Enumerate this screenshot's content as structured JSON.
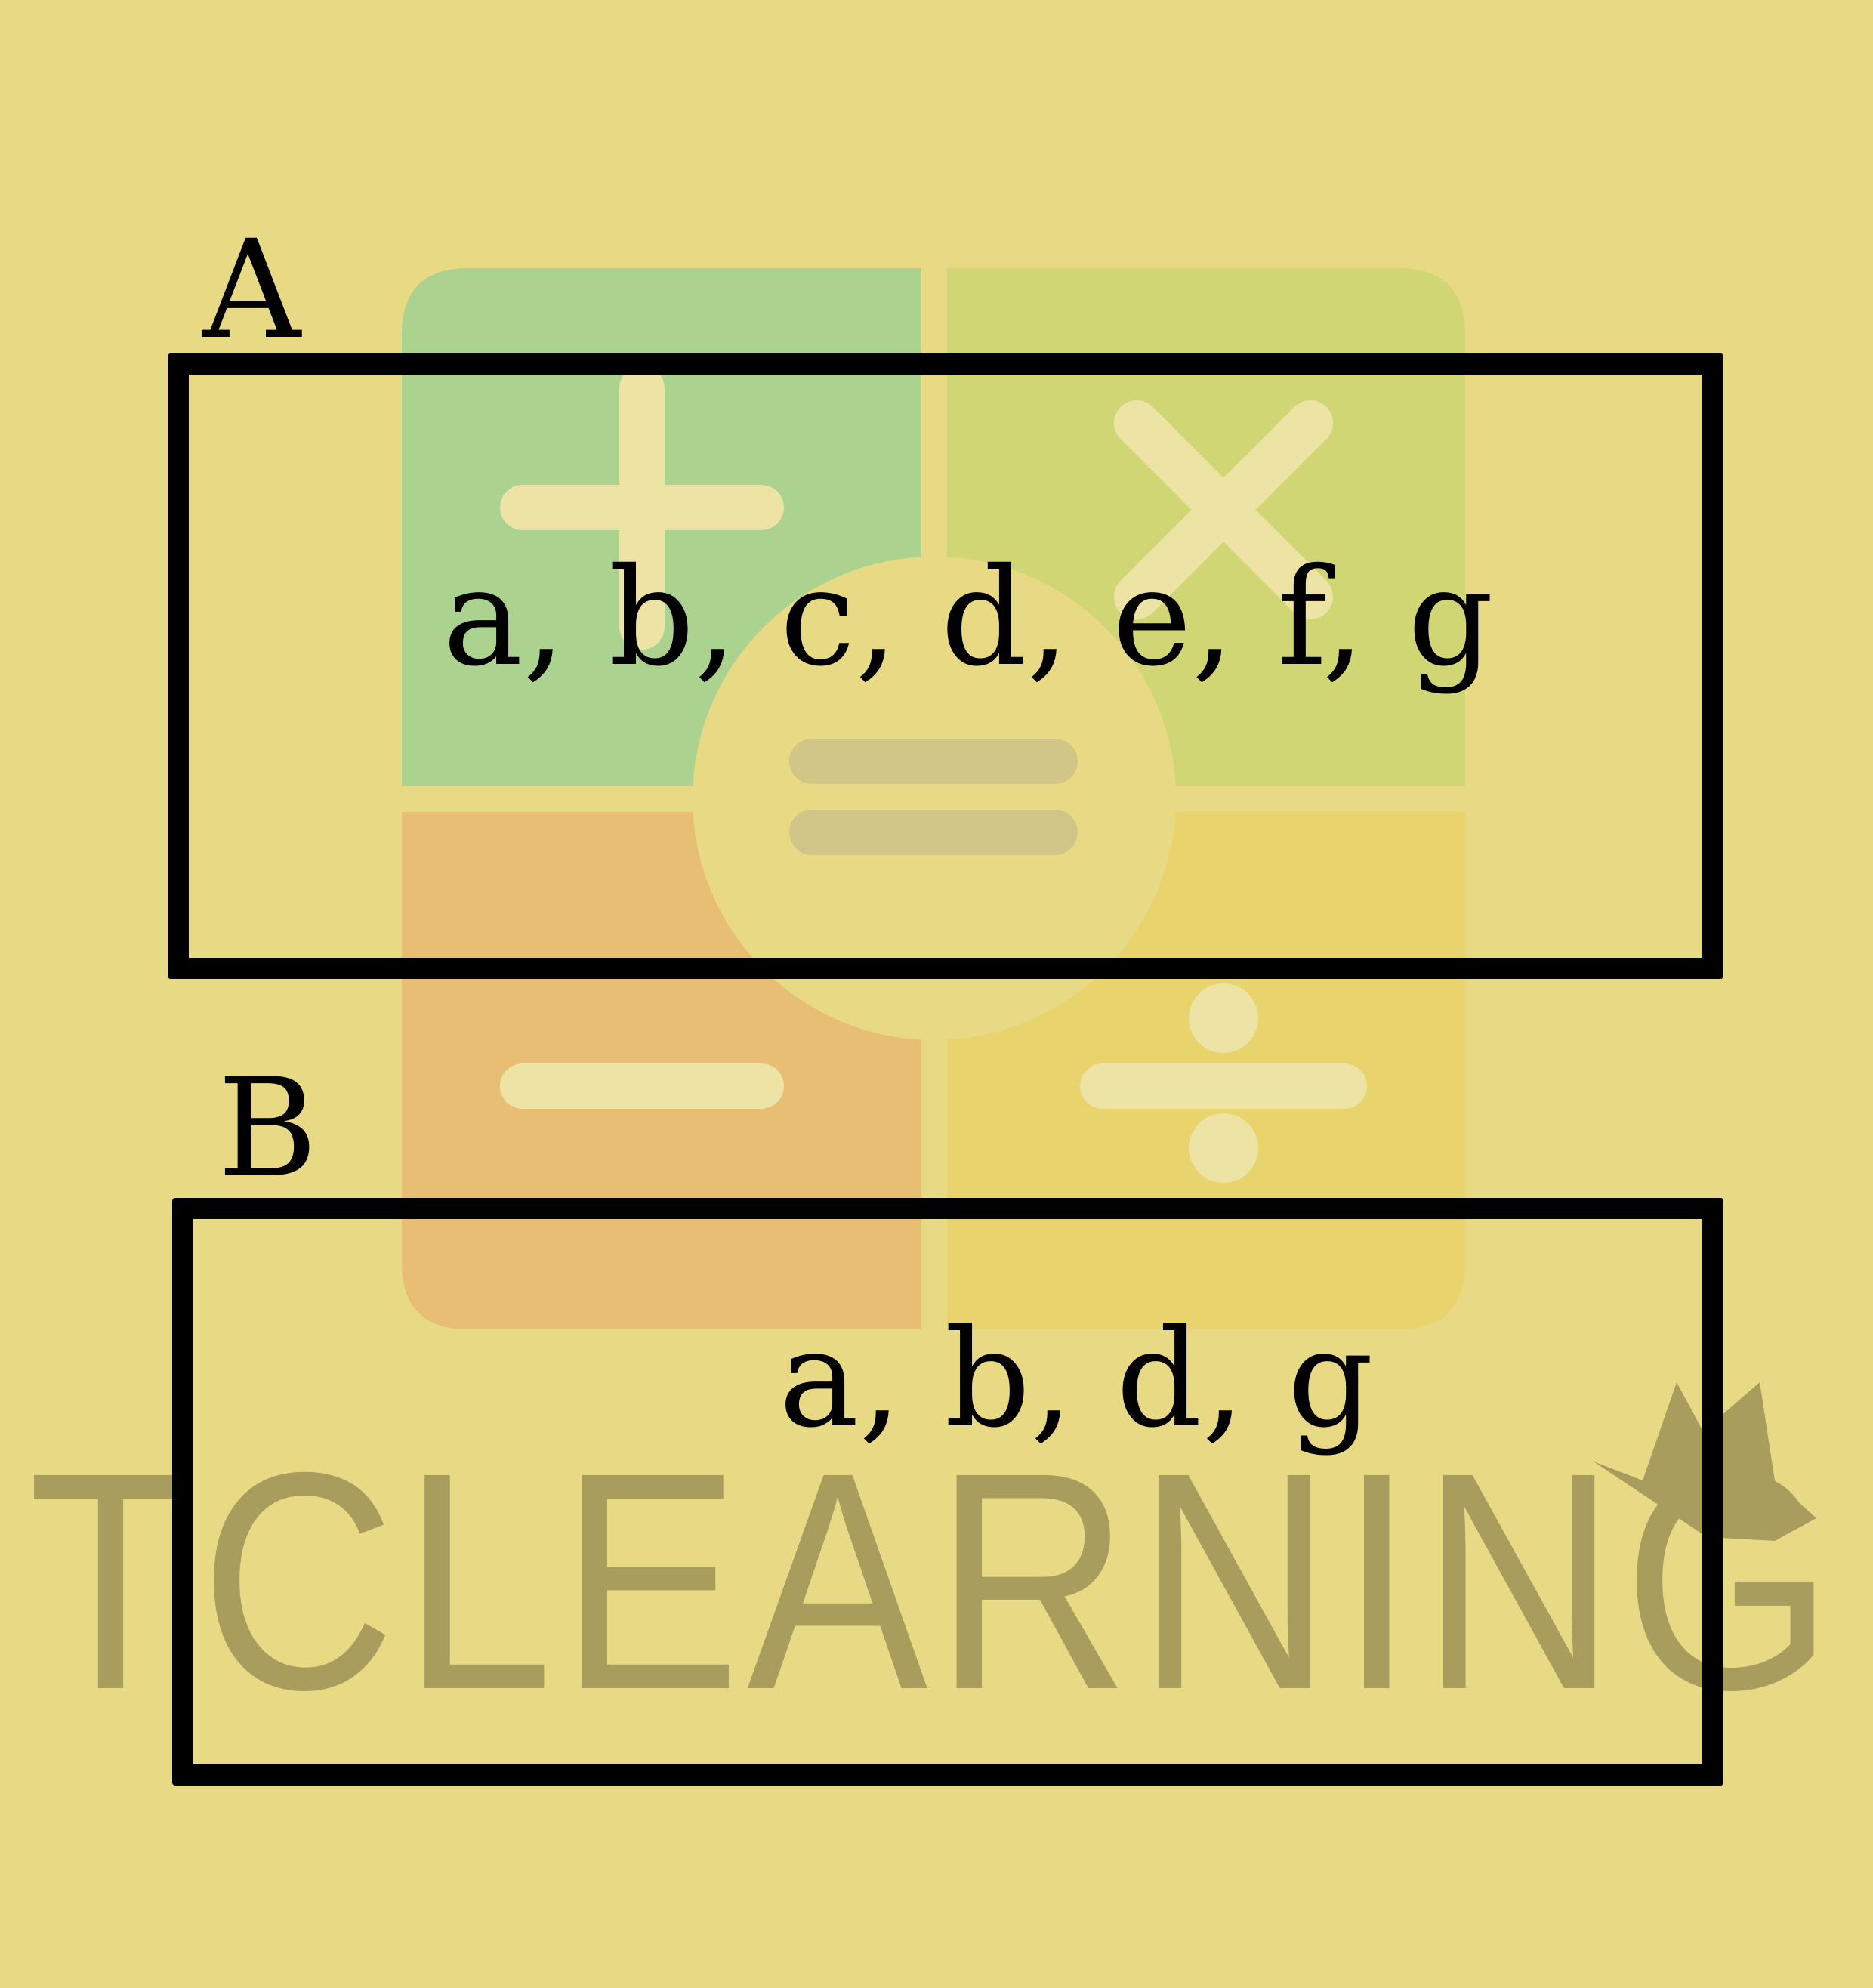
{
  "sets": {
    "a": {
      "label": "A",
      "elements": "a, b, c, d, e, f, g"
    },
    "b": {
      "label": "B",
      "elements": "a, b, d, g"
    }
  },
  "watermark": {
    "text": "TCLEARNING",
    "icon_names": [
      "plus-icon",
      "times-icon",
      "equals-icon",
      "minus-icon",
      "divide-icon"
    ],
    "colors": {
      "background": "#e8da84",
      "green_quadrant": "#abd28e",
      "lime_quadrant": "#d0d674",
      "orange_quadrant": "#e8be74",
      "yellow_quadrant": "#e8d36c",
      "watermark_text": "#a89d5c",
      "border": "#000000"
    }
  }
}
